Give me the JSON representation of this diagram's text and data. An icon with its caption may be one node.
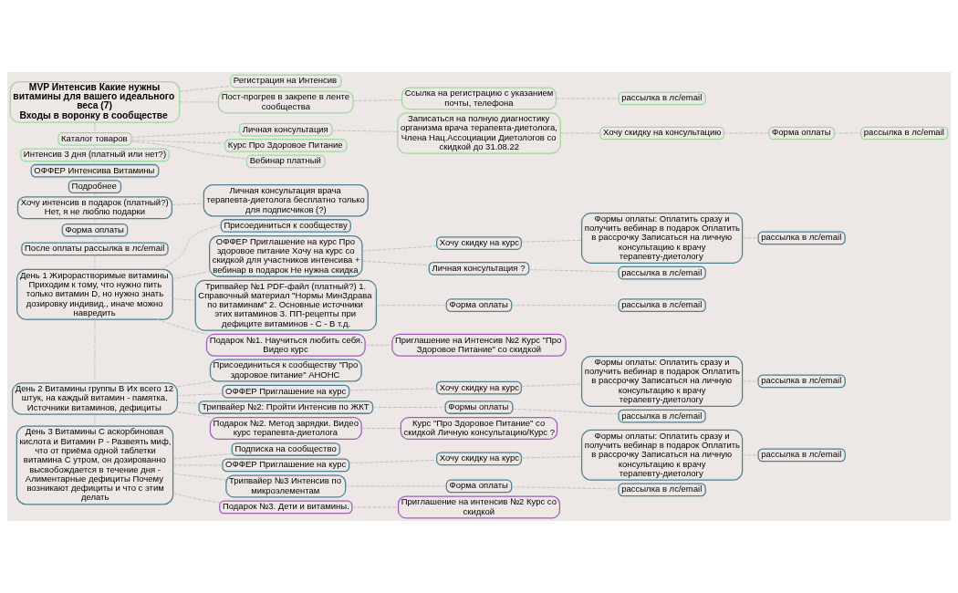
{
  "diagram": {
    "nodes": [
      {
        "text": [
          "MVP Интенсив Какие нужны витамины для вашего идеального веса (7)",
          "Входы в воронку в сообществе"
        ]
      },
      {
        "text": [
          "Регистрация на Интенсив"
        ]
      },
      {
        "text": [
          "Пост-прогрев в закрепе в ленте сообщества"
        ]
      },
      {
        "text": [
          "Ссылка на регистрацию с указанием почты, телефона"
        ]
      },
      {
        "text": [
          "рассылка в лс/email"
        ]
      },
      {
        "text": [
          "Каталог товаров"
        ]
      },
      {
        "text": [
          "Интенсив 3 дня (платный или нет?)"
        ]
      },
      {
        "text": [
          "Личная консультация"
        ]
      },
      {
        "text": [
          "Курс Про Здоровое Питание"
        ]
      },
      {
        "text": [
          "Вебинар платный"
        ]
      },
      {
        "text": [
          "Записаться на полную диагностику организма врача терапевта-диетолога, Члена Нац.Ассоциации Диетологов со скидкой до 31.08.22"
        ]
      },
      {
        "text": [
          "Хочу скидку на консультацию"
        ]
      },
      {
        "text": [
          "Форма оплаты"
        ]
      },
      {
        "text": [
          "рассылка в лс/email"
        ]
      },
      {
        "text": [
          "ОФФЕР Интенсива Витамины"
        ]
      },
      {
        "text": [
          "Подробнее"
        ]
      },
      {
        "text": [
          "Хочу интенсив в подарок (платный?) Нет, я не люблю подарки"
        ]
      },
      {
        "text": [
          "Личная консультация врача терапевта-диетолога бесплатно только для подписчиков (?)"
        ]
      },
      {
        "text": [
          "Форма оплаты"
        ]
      },
      {
        "text": [
          "После оплаты рассылка в лс/email"
        ]
      },
      {
        "text": [
          "День 1 Жирорастворимые витамины Приходим к тому, что нужно пить только витамин D, но нужно знать дозировку индивид., иначе можно навредить"
        ]
      },
      {
        "text": [
          "Присоединиться к сообществу"
        ]
      },
      {
        "text": [
          "ОФФЕР Приглашение на курс Про здоровое питание Хочу на курс со скидкой для участников интенсива + вебинар в подарок Не нужна скидка"
        ]
      },
      {
        "text": [
          "Хочу скидку на курс"
        ]
      },
      {
        "text": [
          "Формы оплаты: Оплатить сразу и получить вебинар в подарок Оплатить в рассрочку Записаться на личную консультацию к врачу терапевту-диетологу"
        ]
      },
      {
        "text": [
          "рассылка в лс/email"
        ]
      },
      {
        "text": [
          "Личная консультация ?"
        ]
      },
      {
        "text": [
          "рассылка в лс/email"
        ]
      },
      {
        "text": [
          "Трипвайер №1 PDF-файл (платный?) 1. Справочный материал \"Нормы МинЗдрава по витаминам\" 2. Основные источники этих витаминов 3. ПП-рецепты при дефиците витаминов - С - В т.д."
        ]
      },
      {
        "text": [
          "Форма оплаты"
        ]
      },
      {
        "text": [
          "рассылка в лс/email"
        ]
      },
      {
        "text": [
          "Подарок №1. Научиться любить себя. Видео курс"
        ]
      },
      {
        "text": [
          "Приглашение на Интенсив №2 Курс \"Про Здоровое Питание\" со скидкой"
        ]
      },
      {
        "text": [
          "День 2 Витамины группы В Их всего 12 штук, на каждый витамин - памятка. Источники витаминов, дефициты"
        ]
      },
      {
        "text": [
          "Присоединиться к сообществу \"Про здоровое питание\" АНОНС"
        ]
      },
      {
        "text": [
          "ОФФЕР Приглашение на курс"
        ]
      },
      {
        "text": [
          "Хочу скидку на курс"
        ]
      },
      {
        "text": [
          "Формы оплаты: Оплатить сразу и получить вебинар в подарок Оплатить в рассрочку Записаться на личную консультацию к врачу терапевту-диетологу"
        ]
      },
      {
        "text": [
          "рассылка в лс/email"
        ]
      },
      {
        "text": [
          "Трипвайер №2: Пройти Интенсив по ЖКТ"
        ]
      },
      {
        "text": [
          "Формы оплаты"
        ]
      },
      {
        "text": [
          "рассылка в лс/email"
        ]
      },
      {
        "text": [
          "Подарок №2. Метод зарядки. Видео курс терапевта-диетолога"
        ]
      },
      {
        "text": [
          "Курс \"Про Здоровое Питание\" со скидкой Личную консультацию/Курс ?"
        ]
      },
      {
        "text": [
          "День 3 Витамины С аскорбиновая кислота и Витамин Р - Развеять миф, что от приёма одной таблетки витамина С утром, он дозированно высвобождается в течение дня - Алиментарные дефициты Почему возникают дефициты и что с этим делать"
        ]
      },
      {
        "text": [
          "Подписка на сообщество"
        ]
      },
      {
        "text": [
          "ОФФЕР Приглашение на курс"
        ]
      },
      {
        "text": [
          "Хочу скидку на курс"
        ]
      },
      {
        "text": [
          "Формы оплаты: Оплатить сразу и получить вебинар в подарок Оплатить в рассрочку Записаться на личную консультацию к врачу терапевту-диетологу"
        ]
      },
      {
        "text": [
          "рассылка в лс/email"
        ]
      },
      {
        "text": [
          "Трипвайер №3 Интенсив по микроэлементам"
        ]
      },
      {
        "text": [
          "Форма оплаты"
        ]
      },
      {
        "text": [
          "рассылка в лс/email"
        ]
      },
      {
        "text": [
          "Подарок №3. Дети и витамины."
        ]
      },
      {
        "text": [
          "Приглашение на интенсив №2 Курс со скидкой"
        ]
      }
    ],
    "edges": [
      {
        "from": 0,
        "to": 1,
        "arrow": "none"
      },
      {
        "from": 0,
        "to": 2,
        "arrow": "none"
      },
      {
        "from": 2,
        "to": 3,
        "arrow": "none"
      },
      {
        "from": 3,
        "to": 4,
        "arrow": "none"
      },
      {
        "from": 0,
        "to": 5,
        "arrow": "none"
      },
      {
        "from": 5,
        "to": 6,
        "arrow": "none"
      },
      {
        "from": 5,
        "to": 7,
        "arrow": "none"
      },
      {
        "from": 5,
        "to": 8,
        "arrow": "none"
      },
      {
        "from": 5,
        "to": 9,
        "arrow": "none"
      },
      {
        "from": 7,
        "to": 10,
        "arrow": "none"
      },
      {
        "from": 10,
        "to": 11,
        "arrow": "none"
      },
      {
        "from": 11,
        "to": 12,
        "arrow": "none"
      },
      {
        "from": 12,
        "to": 13,
        "arrow": "none"
      },
      {
        "from": 6,
        "to": 14,
        "arrow": "none"
      },
      {
        "from": 14,
        "to": 15,
        "arrow": "none"
      },
      {
        "from": 15,
        "to": 16,
        "arrow": "none"
      },
      {
        "from": 16,
        "to": 17,
        "arrow": "none"
      },
      {
        "from": 16,
        "to": 18,
        "arrow": "none"
      },
      {
        "from": 18,
        "to": 19,
        "arrow": "none"
      },
      {
        "from": 19,
        "to": 20,
        "arrow": "none"
      },
      {
        "from": 20,
        "to": 21,
        "arrow": "none"
      },
      {
        "from": 20,
        "to": 22,
        "arrow": "none"
      },
      {
        "from": 22,
        "to": 23,
        "arrow": "none"
      },
      {
        "from": 23,
        "to": 24,
        "arrow": "none"
      },
      {
        "from": 24,
        "to": 25,
        "arrow": "none"
      },
      {
        "from": 22,
        "to": 26,
        "arrow": "none"
      },
      {
        "from": 26,
        "to": 27,
        "arrow": "none"
      },
      {
        "from": 20,
        "to": 28,
        "arrow": "none"
      },
      {
        "from": 28,
        "to": 29,
        "arrow": "none"
      },
      {
        "from": 29,
        "to": 30,
        "arrow": "none"
      },
      {
        "from": 20,
        "to": 31,
        "arrow": "none"
      },
      {
        "from": 31,
        "to": 32,
        "arrow": "none"
      },
      {
        "from": 20,
        "to": 33,
        "arrow": "none"
      },
      {
        "from": 33,
        "to": 34,
        "arrow": "none"
      },
      {
        "from": 33,
        "to": 35,
        "arrow": "none"
      },
      {
        "from": 35,
        "to": 36,
        "arrow": "none"
      },
      {
        "from": 36,
        "to": 37,
        "arrow": "none"
      },
      {
        "from": 37,
        "to": 38,
        "arrow": "none"
      },
      {
        "from": 33,
        "to": 39,
        "arrow": "none"
      },
      {
        "from": 39,
        "to": 40,
        "arrow": "none"
      },
      {
        "from": 40,
        "to": 41,
        "arrow": "none"
      },
      {
        "from": 33,
        "to": 42,
        "arrow": "none"
      },
      {
        "from": 42,
        "to": 43,
        "arrow": "none"
      },
      {
        "from": 33,
        "to": 44,
        "arrow": "none"
      },
      {
        "from": 44,
        "to": 45,
        "arrow": "none"
      },
      {
        "from": 44,
        "to": 46,
        "arrow": "none"
      },
      {
        "from": 46,
        "to": 47,
        "arrow": "none"
      },
      {
        "from": 47,
        "to": 48,
        "arrow": "none"
      },
      {
        "from": 48,
        "to": 49,
        "arrow": "none"
      },
      {
        "from": 44,
        "to": 50,
        "arrow": "none"
      },
      {
        "from": 50,
        "to": 51,
        "arrow": "none"
      },
      {
        "from": 51,
        "to": 52,
        "arrow": "none"
      },
      {
        "from": 44,
        "to": 53,
        "arrow": "none"
      },
      {
        "from": 53,
        "to": 54,
        "arrow": "none"
      }
    ]
  }
}
